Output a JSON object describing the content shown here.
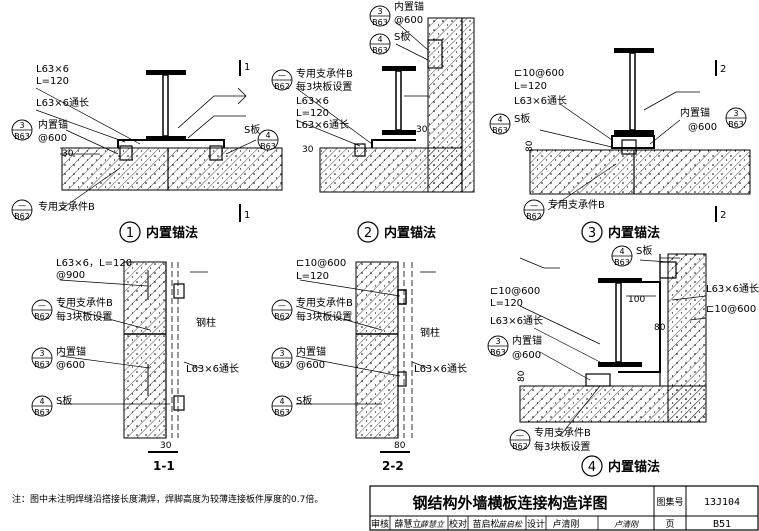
{
  "labels": {
    "L63x6": "L63×6",
    "L120": "L=120",
    "L63x6_long": "L63×6通长",
    "anchor": "内置锚",
    "at600": "@600",
    "s_plate": "S板",
    "bracket_b": "专用支承件B",
    "per3": "每3块板设置",
    "c10at600": "⊏10@600",
    "L63x6_L120": "L63×6，L=120",
    "at900": "@900",
    "steel_column": "钢柱"
  },
  "refs": {
    "dash": "—",
    "num3": "3",
    "num4": "4",
    "B62": "B62",
    "B63": "B63"
  },
  "dims": {
    "d30": "30",
    "d80": "80",
    "d100": "100"
  },
  "sections": {
    "s1": "1",
    "s2": "2",
    "s1_1": "1-1",
    "s2_2": "2-2"
  },
  "details": [
    {
      "num": "1",
      "title": "内置锚法"
    },
    {
      "num": "2",
      "title": "内置锚法"
    },
    {
      "num": "3",
      "title": "内置锚法"
    },
    {
      "num": "4",
      "title": "内置锚法"
    }
  ],
  "note": "注：图中未注明焊缝沿搭接长度满焊，焊脚高度为较薄连接板件厚度的0.7倍。",
  "titleblock": {
    "title": "钢结构外墙横板连接构造详图",
    "atlas_label": "图集号",
    "atlas_no": "13J104",
    "review_label": "审核",
    "review_name": "薛慧立",
    "review_sign": "薛慧立",
    "check_label": "校对",
    "check_name": "苗启松",
    "check_sign": "苗启松",
    "design_label": "设计",
    "design_name": "卢清刚",
    "design_sign": "卢清刚",
    "page_label": "页",
    "page_no": "B51"
  }
}
